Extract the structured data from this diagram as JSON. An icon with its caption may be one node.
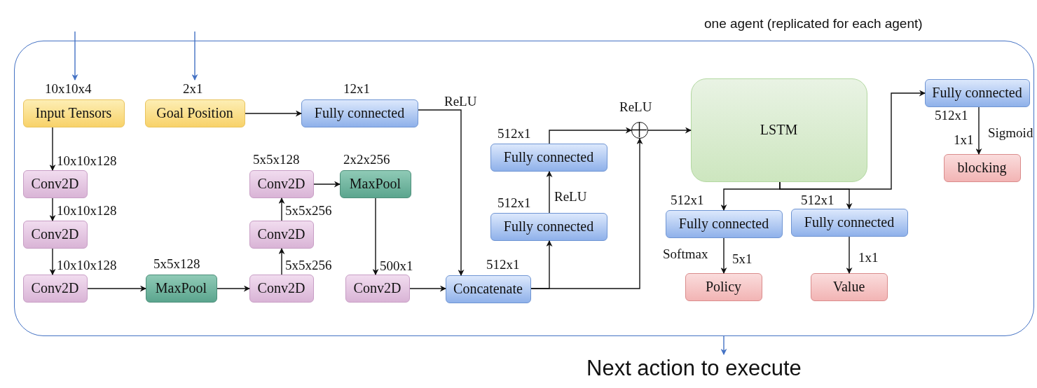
{
  "diagram": {
    "nodes": [
      {
        "text": [
          "one agent (replicated for each agent)"
        ]
      },
      {
        "text": [
          "Input Tensors"
        ],
        "in": 0,
        "beside": [
          "10x10x4"
        ]
      },
      {
        "text": [
          "Goal Position"
        ],
        "in": 0,
        "beside": [
          "2x1"
        ]
      },
      {
        "text": [
          "Fully connected"
        ],
        "in": 0,
        "beside": [
          "12x1"
        ]
      },
      {
        "text": [
          "Conv2D"
        ],
        "in": 0
      },
      {
        "text": [
          "Conv2D"
        ],
        "in": 0
      },
      {
        "text": [
          "Conv2D"
        ],
        "in": 0
      },
      {
        "text": [
          "MaxPool"
        ],
        "in": 0,
        "beside": [
          "5x5x128"
        ]
      },
      {
        "text": [
          "Conv2D"
        ],
        "in": 0
      },
      {
        "text": [
          "Conv2D"
        ],
        "in": 0
      },
      {
        "text": [
          "Conv2D"
        ],
        "in": 0,
        "beside": [
          "5x5x128"
        ]
      },
      {
        "text": [
          "MaxPool"
        ],
        "in": 0,
        "beside": [
          "2x2x256"
        ]
      },
      {
        "text": [
          "Conv2D"
        ],
        "in": 0
      },
      {
        "text": [
          "Concatenate"
        ],
        "in": 0,
        "beside": [
          "512x1"
        ]
      },
      {
        "text": [
          "Fully connected"
        ],
        "in": 0,
        "beside": [
          "512x1"
        ]
      },
      {
        "text": [
          "Fully connected"
        ],
        "in": 0,
        "beside": [
          "512x1"
        ]
      },
      {
        "text": [],
        "shape": "circle",
        "in": 0,
        "beside": [
          "ReLU"
        ]
      },
      {
        "text": [
          "LSTM"
        ],
        "in": 0
      },
      {
        "text": [
          "Fully connected"
        ],
        "in": 0,
        "beside": [
          "512x1"
        ]
      },
      {
        "text": [
          "blocking"
        ],
        "in": 0
      },
      {
        "text": [
          "Fully connected"
        ],
        "in": 0,
        "beside": [
          "512x1"
        ]
      },
      {
        "text": [
          "Fully connected"
        ],
        "in": 0,
        "beside": [
          "512x1"
        ]
      },
      {
        "text": [
          "Policy"
        ],
        "in": 0
      },
      {
        "text": [
          "Value"
        ],
        "in": 0
      },
      {
        "text": [
          "Next action to execute"
        ]
      }
    ],
    "edges": [
      {
        "from": null,
        "to": 1,
        "arrow": "to",
        "color": "#4472c4"
      },
      {
        "from": null,
        "to": 2,
        "arrow": "to",
        "color": "#4472c4"
      },
      {
        "from": 2,
        "to": 3,
        "arrow": "to"
      },
      {
        "from": 1,
        "to": 4,
        "arrow": "to",
        "label": "10x10x128"
      },
      {
        "from": 4,
        "to": 5,
        "arrow": "to",
        "label": "10x10x128"
      },
      {
        "from": 5,
        "to": 6,
        "arrow": "to",
        "label": "10x10x128"
      },
      {
        "from": 6,
        "to": 7,
        "arrow": "to"
      },
      {
        "from": 7,
        "to": 8,
        "arrow": "to"
      },
      {
        "from": 8,
        "to": 9,
        "arrow": "to",
        "label": "5x5x256"
      },
      {
        "from": 9,
        "to": 10,
        "arrow": "to",
        "label": "5x5x256"
      },
      {
        "from": 10,
        "to": 11,
        "arrow": "to"
      },
      {
        "from": 11,
        "to": 12,
        "arrow": "to",
        "label": "500x1"
      },
      {
        "from": 12,
        "to": 13,
        "arrow": "to"
      },
      {
        "from": 3,
        "to": 13,
        "arrow": "to",
        "label": "ReLU"
      },
      {
        "from": 13,
        "to": 14,
        "arrow": "to"
      },
      {
        "from": 14,
        "to": 15,
        "arrow": "to",
        "label": "ReLU"
      },
      {
        "from": 15,
        "to": 16,
        "arrow": "to"
      },
      {
        "from": 13,
        "to": 16,
        "arrow": "to"
      },
      {
        "from": 16,
        "to": 17,
        "arrow": "to"
      },
      {
        "from": 17,
        "to": 20,
        "arrow": "to"
      },
      {
        "from": 17,
        "to": 21,
        "arrow": "to"
      },
      {
        "from": 17,
        "to": 18,
        "arrow": "to"
      },
      {
        "from": 18,
        "to": 19,
        "arrow": "to",
        "label": "1x1"
      },
      {
        "from": 20,
        "to": 22,
        "arrow": "to",
        "label": "5x1"
      },
      {
        "from": 21,
        "to": 23,
        "arrow": "to",
        "label": "1x1"
      },
      {
        "from": 0,
        "to": 24,
        "arrow": "to",
        "color": "#4472c4"
      }
    ],
    "labels": [
      "Sigmoid",
      "Softmax"
    ]
  }
}
